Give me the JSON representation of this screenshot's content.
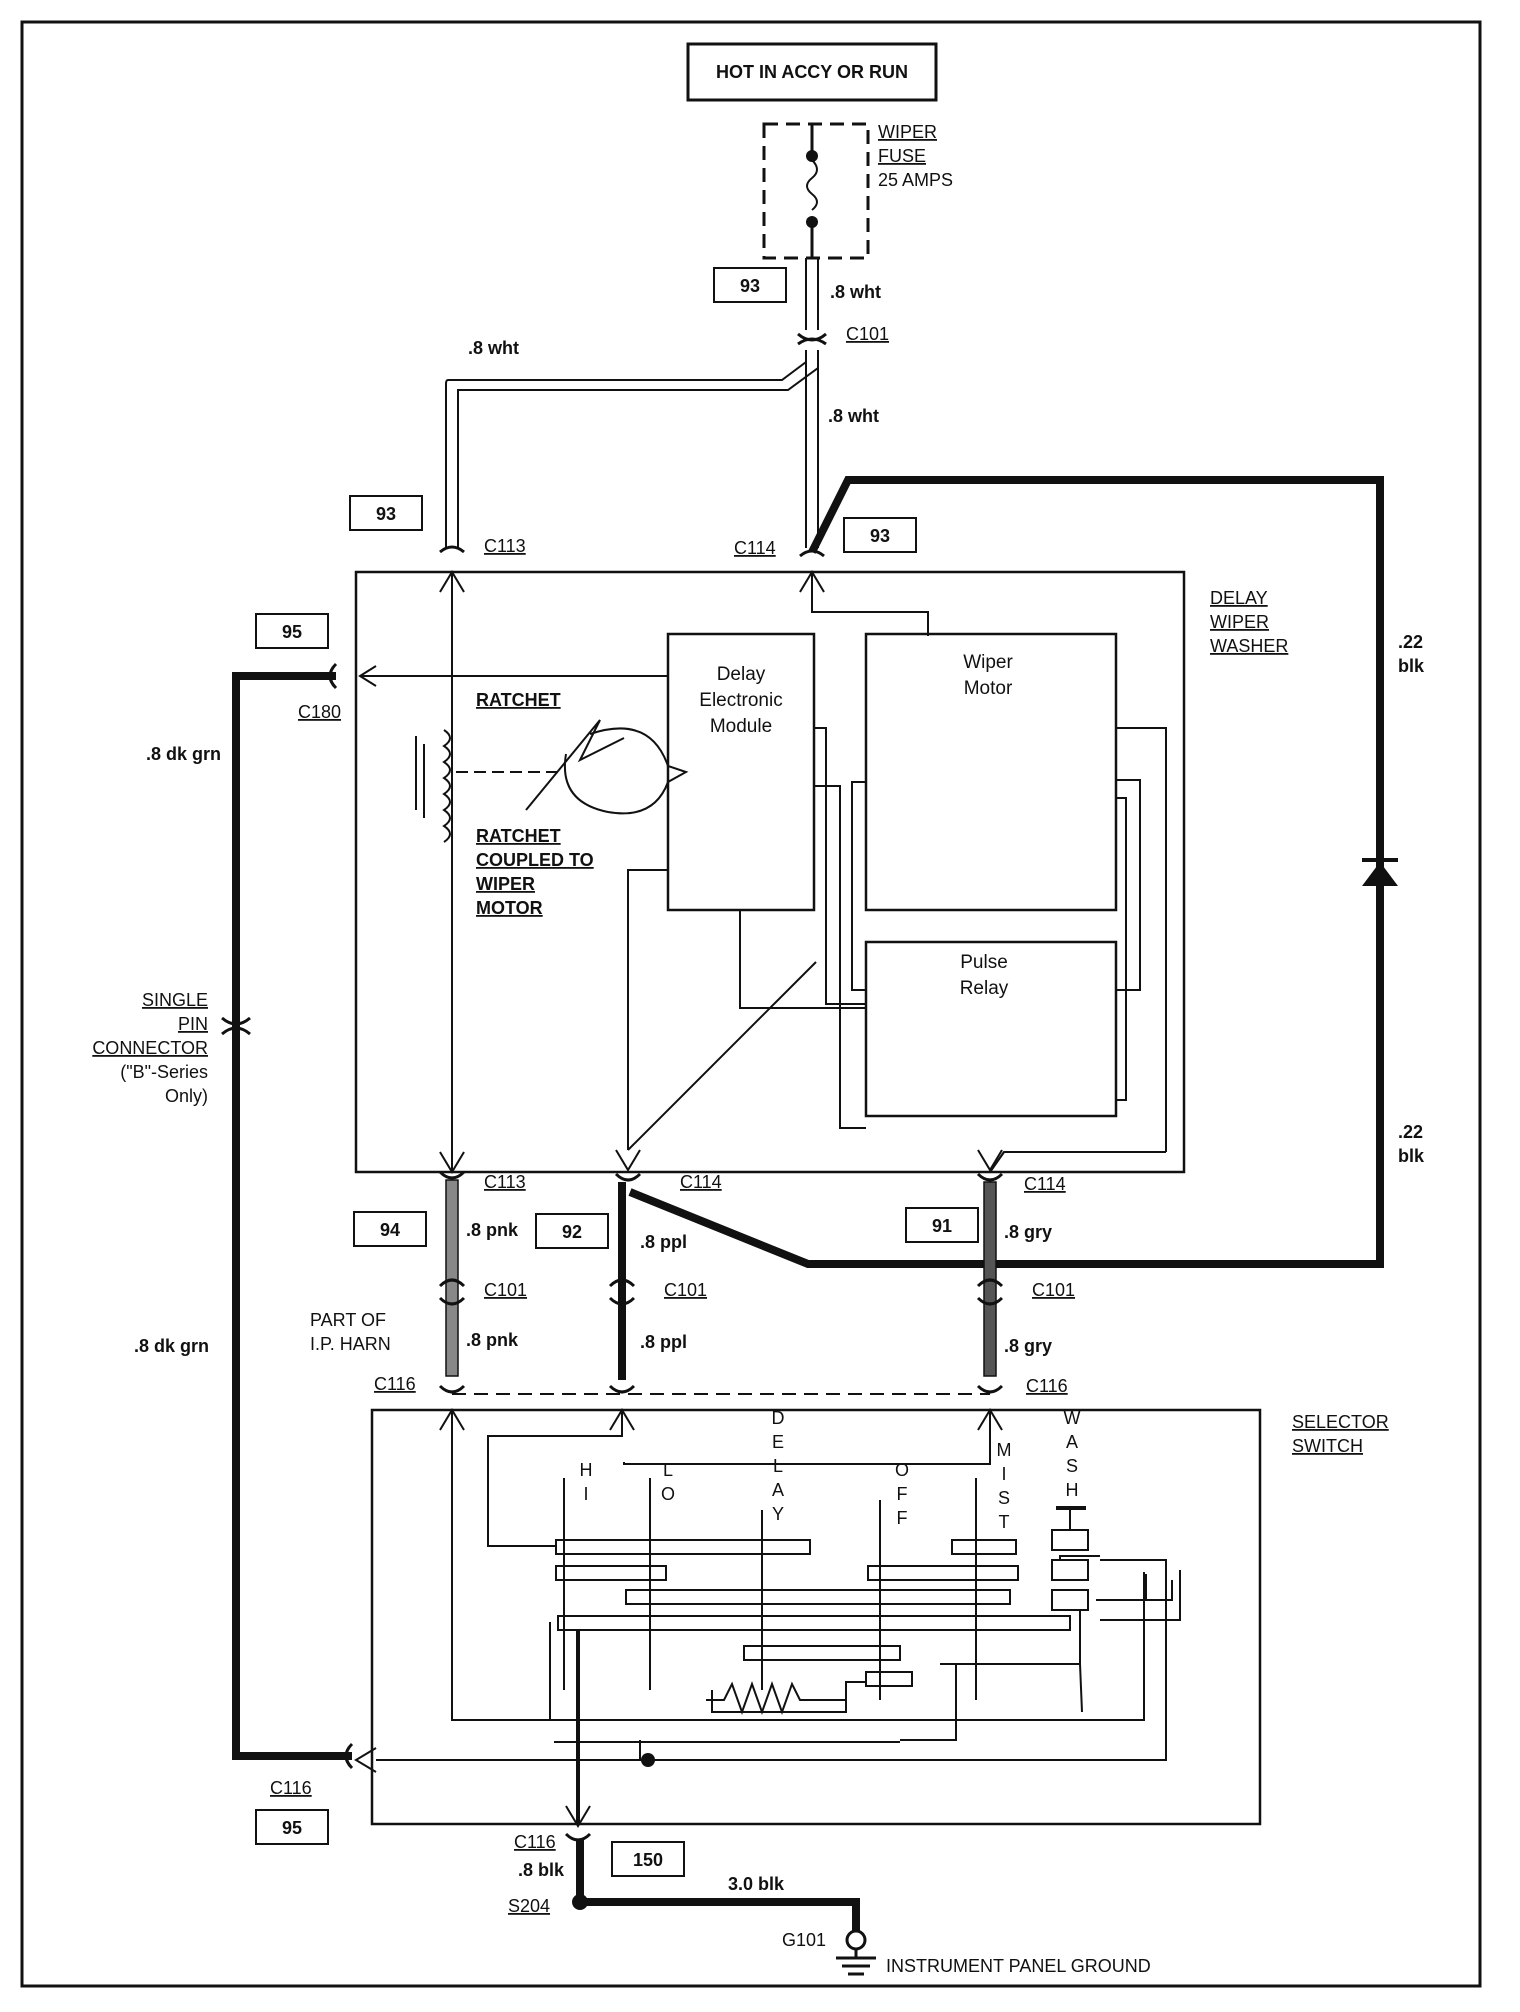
{
  "power_source": "HOT IN ACCY OR RUN",
  "fuse": {
    "name_l1": "WIPER",
    "name_l2": "FUSE",
    "rating": "25 AMPS"
  },
  "ref_boxes": {
    "fuse_out": "93",
    "c113_top": "93",
    "c114_top": "93",
    "c180": "95",
    "pnk": "94",
    "ppl": "92",
    "gry": "91",
    "c116_bottom": "95",
    "ground": "150"
  },
  "wires": {
    "fuse_out": ".8 wht",
    "c101_left": ".8 wht",
    "c101_down": ".8 wht",
    "dk_grn_upper": ".8 dk grn",
    "dk_grn_lower": ".8 dk grn",
    "blk_upper_l1": ".22",
    "blk_upper_l2": "blk",
    "blk_lower_l1": ".22",
    "blk_lower_l2": "blk",
    "pnk_upper": ".8 pnk",
    "pnk_lower": ".8 pnk",
    "ppl_upper": ".8 ppl",
    "ppl_lower": ".8 ppl",
    "gry_upper": ".8 gry",
    "gry_lower": ".8 gry",
    "ground_short": ".8 blk",
    "ground_main": "3.0 blk"
  },
  "connectors": {
    "c101_top": "C101",
    "c113_top": "C113",
    "c114_top": "C114",
    "c180": "C180",
    "c113_bottom": "C113",
    "c114_bottom_mid": "C114",
    "c114_bottom_right": "C114",
    "c101_pnk": "C101",
    "c101_ppl": "C101",
    "c101_gry": "C101",
    "c116_left": "C116",
    "c116_right": "C116",
    "c116_bottom_left": "C116",
    "c116_ground": "C116",
    "splice": "S204",
    "ground": "G101"
  },
  "assembly": {
    "title_l1": "DELAY",
    "title_l2": "WIPER",
    "title_l3": "WASHER",
    "ratchet": "RATCHET",
    "coupled_l1": "RATCHET",
    "coupled_l2": "COUPLED TO",
    "coupled_l3": "WIPER",
    "coupled_l4": "MOTOR",
    "module_l1": "Delay",
    "module_l2": "Electronic",
    "module_l3": "Module",
    "motor_l1": "Wiper",
    "motor_l2": "Motor",
    "relay_l1": "Pulse",
    "relay_l2": "Relay"
  },
  "single_pin": {
    "l1": "SINGLE",
    "l2": "PIN",
    "l3": "CONNECTOR",
    "l4": "(\"B\"-Series",
    "l5": "Only)"
  },
  "harness": {
    "l1": "PART OF",
    "l2": "I.P. HARN"
  },
  "selector": {
    "title_l1": "SELECTOR",
    "title_l2": "SWITCH",
    "positions": {
      "hi": [
        "H",
        "I"
      ],
      "lo": [
        "L",
        "O"
      ],
      "delay": [
        "D",
        "E",
        "L",
        "A",
        "Y"
      ],
      "off": [
        "O",
        "F",
        "F"
      ],
      "mist": [
        "M",
        "I",
        "S",
        "T"
      ],
      "wash": [
        "W",
        "A",
        "S",
        "H"
      ]
    }
  },
  "ground_label": "INSTRUMENT PANEL GROUND"
}
